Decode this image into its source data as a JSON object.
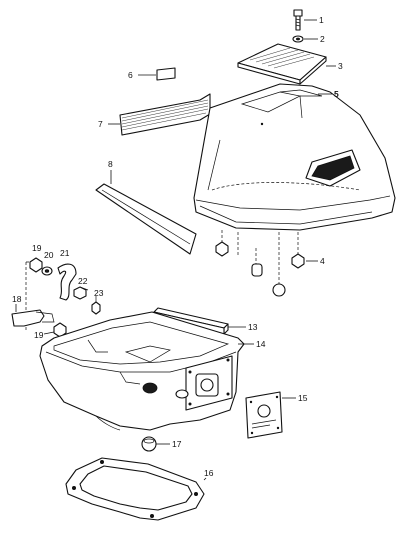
{
  "labels": {
    "p1": "1",
    "p2": "2",
    "p3": "3",
    "p4": "4",
    "p5": "5",
    "p6": "6",
    "p7": "7",
    "p8": "8",
    "p13": "13",
    "p14": "14",
    "p15": "15",
    "p16": "16",
    "p17": "17",
    "p18": "18",
    "p19a": "19",
    "p19b": "19",
    "p20": "20",
    "p21": "21",
    "p22": "22",
    "p23": "23"
  }
}
